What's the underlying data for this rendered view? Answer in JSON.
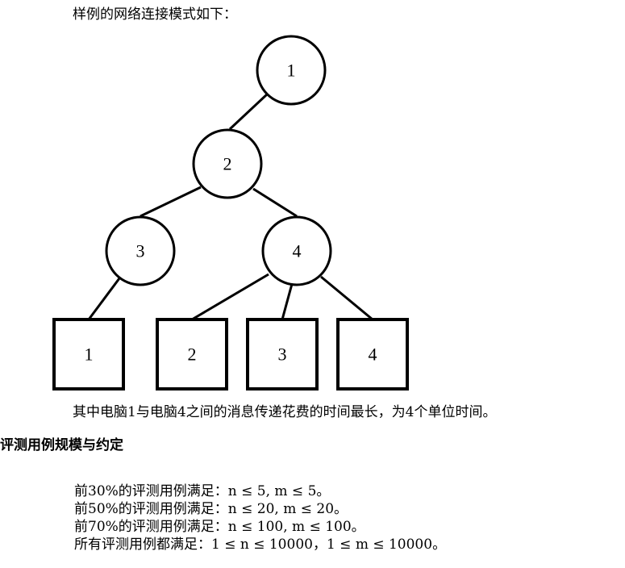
{
  "intro_text": "样例的网络连接模式如下：",
  "tree": {
    "switches": [
      {
        "id": "s1",
        "label": "1"
      },
      {
        "id": "s2",
        "label": "2"
      },
      {
        "id": "s3",
        "label": "3"
      },
      {
        "id": "s4",
        "label": "4"
      }
    ],
    "computers": [
      {
        "id": "c1",
        "label": "1"
      },
      {
        "id": "c2",
        "label": "2"
      },
      {
        "id": "c3",
        "label": "3"
      },
      {
        "id": "c4",
        "label": "4"
      }
    ],
    "edges": [
      [
        "s1",
        "s2"
      ],
      [
        "s2",
        "s3"
      ],
      [
        "s2",
        "s4"
      ],
      [
        "s3",
        "c1"
      ],
      [
        "s4",
        "c2"
      ],
      [
        "s4",
        "c3"
      ],
      [
        "s4",
        "c4"
      ]
    ]
  },
  "caption": "其中电脑1与电脑4之间的消息传递花费的时间最长，为4个单位时间。",
  "section_title": "评测用例规模与约定",
  "constraints": [
    "前30%的评测用例满足：n ≤ 5, m ≤ 5。",
    "前50%的评测用例满足：n ≤ 20, m ≤ 20。",
    "前70%的评测用例满足：n ≤ 100, m ≤ 100。",
    "所有评测用例都满足：1 ≤ n ≤ 10000，1 ≤ m ≤ 10000。"
  ]
}
